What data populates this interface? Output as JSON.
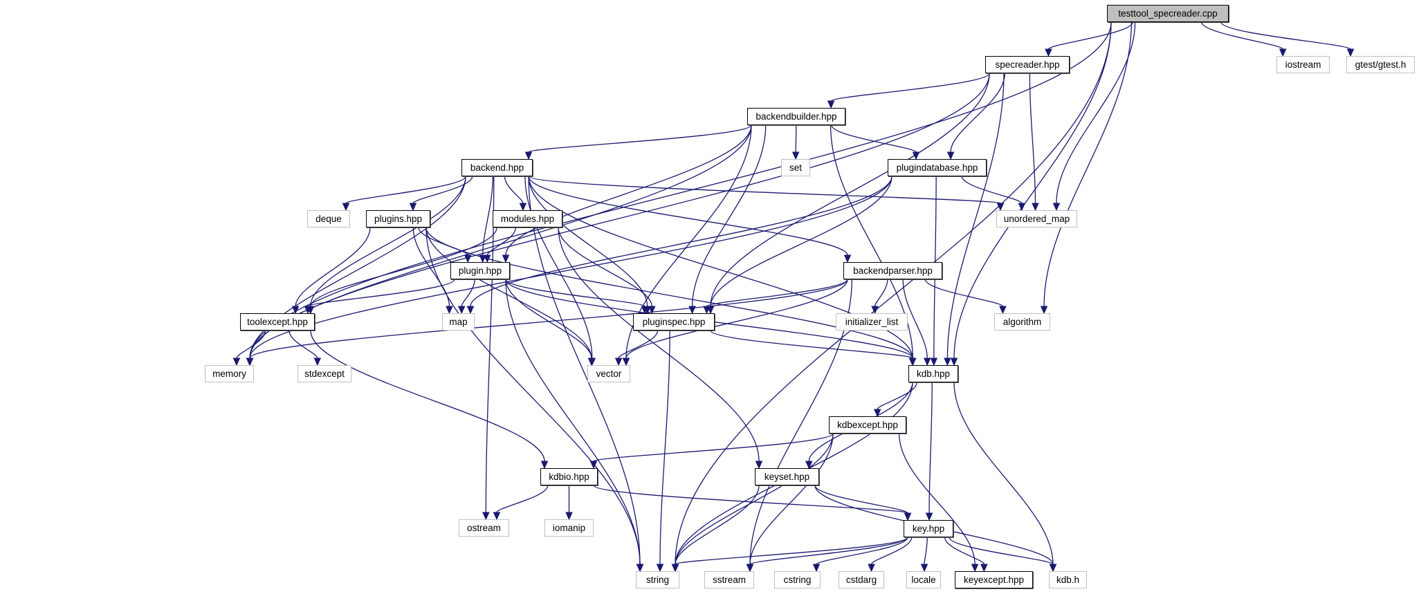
{
  "graph": {
    "title": "testtool_specreader.cpp include dependency graph",
    "colors": {
      "edge": "#191970",
      "root_fill": "#bfbfbf",
      "project_border": "#000000",
      "system_border": "#bfbfbf"
    },
    "nodes": [
      {
        "id": "root",
        "label": "testtool_specreader.cpp",
        "kind": "root"
      },
      {
        "id": "specreader",
        "label": "specreader.hpp",
        "kind": "project"
      },
      {
        "id": "iostream",
        "label": "iostream",
        "kind": "system"
      },
      {
        "id": "gtest",
        "label": "gtest/gtest.h",
        "kind": "system"
      },
      {
        "id": "backendbuilder",
        "label": "backendbuilder.hpp",
        "kind": "project"
      },
      {
        "id": "backend",
        "label": "backend.hpp",
        "kind": "project"
      },
      {
        "id": "set",
        "label": "set",
        "kind": "system"
      },
      {
        "id": "plugindatabase",
        "label": "plugindatabase.hpp",
        "kind": "project"
      },
      {
        "id": "deque",
        "label": "deque",
        "kind": "system"
      },
      {
        "id": "plugins",
        "label": "plugins.hpp",
        "kind": "project"
      },
      {
        "id": "modules",
        "label": "modules.hpp",
        "kind": "project"
      },
      {
        "id": "unordered_map",
        "label": "unordered_map",
        "kind": "system"
      },
      {
        "id": "plugin",
        "label": "plugin.hpp",
        "kind": "project"
      },
      {
        "id": "backendparser",
        "label": "backendparser.hpp",
        "kind": "project"
      },
      {
        "id": "toolexcept",
        "label": "toolexcept.hpp",
        "kind": "project"
      },
      {
        "id": "map",
        "label": "map",
        "kind": "system"
      },
      {
        "id": "pluginspec",
        "label": "pluginspec.hpp",
        "kind": "project"
      },
      {
        "id": "initializer_list",
        "label": "initializer_list",
        "kind": "system"
      },
      {
        "id": "algorithm",
        "label": "algorithm",
        "kind": "system"
      },
      {
        "id": "memory",
        "label": "memory",
        "kind": "system"
      },
      {
        "id": "stdexcept",
        "label": "stdexcept",
        "kind": "system"
      },
      {
        "id": "vector",
        "label": "vector",
        "kind": "system"
      },
      {
        "id": "kdb",
        "label": "kdb.hpp",
        "kind": "project"
      },
      {
        "id": "kdbexcept",
        "label": "kdbexcept.hpp",
        "kind": "project"
      },
      {
        "id": "kdbio",
        "label": "kdbio.hpp",
        "kind": "project"
      },
      {
        "id": "keyset",
        "label": "keyset.hpp",
        "kind": "project"
      },
      {
        "id": "ostream",
        "label": "ostream",
        "kind": "system"
      },
      {
        "id": "iomanip",
        "label": "iomanip",
        "kind": "system"
      },
      {
        "id": "key",
        "label": "key.hpp",
        "kind": "project"
      },
      {
        "id": "string",
        "label": "string",
        "kind": "system"
      },
      {
        "id": "sstream",
        "label": "sstream",
        "kind": "system"
      },
      {
        "id": "cstring",
        "label": "cstring",
        "kind": "system"
      },
      {
        "id": "cstdarg",
        "label": "cstdarg",
        "kind": "system"
      },
      {
        "id": "locale",
        "label": "locale",
        "kind": "system"
      },
      {
        "id": "keyexcept",
        "label": "keyexcept.hpp",
        "kind": "project"
      },
      {
        "id": "kdbh",
        "label": "kdb.h",
        "kind": "system"
      }
    ],
    "edges": [
      [
        "root",
        "specreader"
      ],
      [
        "root",
        "iostream"
      ],
      [
        "root",
        "gtest"
      ],
      [
        "root",
        "string"
      ],
      [
        "root",
        "unordered_map"
      ],
      [
        "root",
        "algorithm"
      ],
      [
        "root",
        "kdb"
      ],
      [
        "root",
        "memory"
      ],
      [
        "specreader",
        "backendbuilder"
      ],
      [
        "specreader",
        "plugindatabase"
      ],
      [
        "specreader",
        "unordered_map"
      ],
      [
        "specreader",
        "memory"
      ],
      [
        "specreader",
        "pluginspec"
      ],
      [
        "specreader",
        "kdb"
      ],
      [
        "backendbuilder",
        "backend"
      ],
      [
        "backendbuilder",
        "set"
      ],
      [
        "backendbuilder",
        "plugindatabase"
      ],
      [
        "backendbuilder",
        "plugin"
      ],
      [
        "backendbuilder",
        "pluginspec"
      ],
      [
        "backendbuilder",
        "memory"
      ],
      [
        "backendbuilder",
        "kdb"
      ],
      [
        "backendbuilder",
        "vector"
      ],
      [
        "backend",
        "deque"
      ],
      [
        "backend",
        "plugins"
      ],
      [
        "backend",
        "modules"
      ],
      [
        "backend",
        "plugin"
      ],
      [
        "backend",
        "pluginspec"
      ],
      [
        "backend",
        "backendparser"
      ],
      [
        "backend",
        "toolexcept"
      ],
      [
        "backend",
        "memory"
      ],
      [
        "backend",
        "vector"
      ],
      [
        "backend",
        "kdb"
      ],
      [
        "backend",
        "string"
      ],
      [
        "backend",
        "ostream"
      ],
      [
        "backend",
        "unordered_map"
      ],
      [
        "plugindatabase",
        "unordered_map"
      ],
      [
        "plugindatabase",
        "pluginspec"
      ],
      [
        "plugindatabase",
        "map"
      ],
      [
        "plugindatabase",
        "memory"
      ],
      [
        "plugindatabase",
        "kdb"
      ],
      [
        "plugins",
        "plugin"
      ],
      [
        "plugins",
        "toolexcept"
      ],
      [
        "plugins",
        "map"
      ],
      [
        "plugins",
        "vector"
      ],
      [
        "plugins",
        "string"
      ],
      [
        "plugins",
        "kdb"
      ],
      [
        "modules",
        "plugin"
      ],
      [
        "modules",
        "toolexcept"
      ],
      [
        "modules",
        "pluginspec"
      ],
      [
        "modules",
        "keyset"
      ],
      [
        "plugin",
        "toolexcept"
      ],
      [
        "plugin",
        "map"
      ],
      [
        "plugin",
        "pluginspec"
      ],
      [
        "plugin",
        "vector"
      ],
      [
        "plugin",
        "string"
      ],
      [
        "plugin",
        "kdb"
      ],
      [
        "backendparser",
        "pluginspec"
      ],
      [
        "backendparser",
        "initializer_list"
      ],
      [
        "backendparser",
        "algorithm"
      ],
      [
        "backendparser",
        "kdb"
      ],
      [
        "backendparser",
        "memory"
      ],
      [
        "backendparser",
        "vector"
      ],
      [
        "backendparser",
        "sstream"
      ],
      [
        "toolexcept",
        "memory"
      ],
      [
        "toolexcept",
        "stdexcept"
      ],
      [
        "toolexcept",
        "kdbio"
      ],
      [
        "pluginspec",
        "vector"
      ],
      [
        "pluginspec",
        "kdb"
      ],
      [
        "pluginspec",
        "string"
      ],
      [
        "kdb",
        "kdbexcept"
      ],
      [
        "kdb",
        "keyset"
      ],
      [
        "kdb",
        "key"
      ],
      [
        "kdb",
        "string"
      ],
      [
        "kdb",
        "kdbh"
      ],
      [
        "kdbexcept",
        "kdbio"
      ],
      [
        "kdbexcept",
        "string"
      ],
      [
        "kdbexcept",
        "sstream"
      ],
      [
        "kdbexcept",
        "keyexcept"
      ],
      [
        "kdbio",
        "ostream"
      ],
      [
        "kdbio",
        "iomanip"
      ],
      [
        "kdbio",
        "key"
      ],
      [
        "keyset",
        "key"
      ],
      [
        "keyset",
        "string"
      ],
      [
        "keyset",
        "kdbh"
      ],
      [
        "key",
        "string"
      ],
      [
        "key",
        "sstream"
      ],
      [
        "key",
        "cstring"
      ],
      [
        "key",
        "cstdarg"
      ],
      [
        "key",
        "locale"
      ],
      [
        "key",
        "keyexcept"
      ],
      [
        "key",
        "kdbh"
      ]
    ]
  }
}
